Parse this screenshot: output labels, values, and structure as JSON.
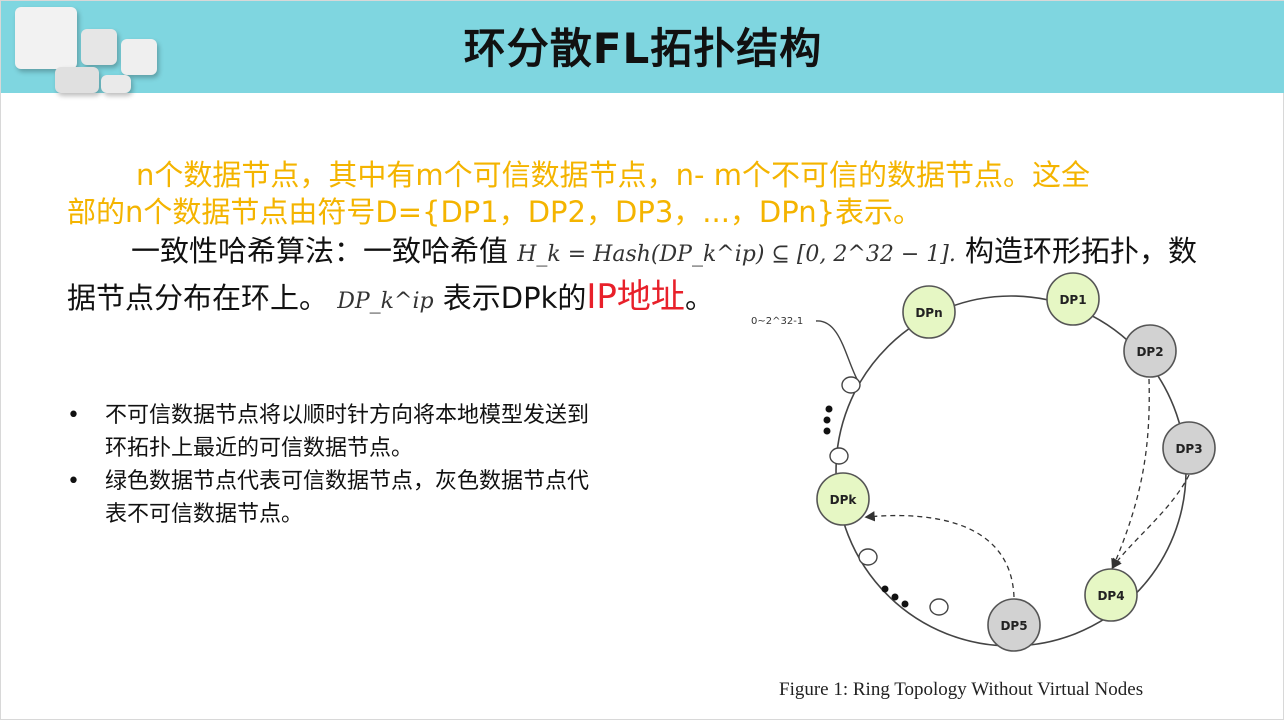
{
  "header": {
    "title": "环分散FL拓扑结构"
  },
  "content": {
    "para1_line1": "n个数据节点，其中有m个可信数据节点，n- m个不可信的数据节点。这全",
    "para1_line2": "部的n个数据节点由符号D={DP1，DP2，DP3，...，DPn}表示。",
    "para2_a": "一致性哈希算法：一致哈希值",
    "para2_formula": "H_k = Hash(DP_k^ip) ⊆ [0, 2^32 − 1].",
    "para2_b": "构造环形拓扑，数",
    "para3_a": "据节点分布在环上。",
    "para3_formula": "DP_k^ip",
    "para3_b": "表示DPk的",
    "para3_red": "IP地址",
    "para3_end": "。"
  },
  "bullets": [
    {
      "line1": "不可信数据节点将以顺时针方向将本地模型发送到",
      "line2": "环拓扑上最近的可信数据节点。"
    },
    {
      "line1": "绿色数据节点代表可信数据节点，灰色数据节点代",
      "line2": "表不可信数据节点。"
    }
  ],
  "figure": {
    "range_label": "0~2^32-1",
    "nodes": [
      {
        "label": "DPn",
        "trusted": true
      },
      {
        "label": "DP1",
        "trusted": true
      },
      {
        "label": "DP2",
        "trusted": false
      },
      {
        "label": "DP3",
        "trusted": false
      },
      {
        "label": "DP4",
        "trusted": true
      },
      {
        "label": "DP5",
        "trusted": false
      },
      {
        "label": "DPk",
        "trusted": true
      }
    ],
    "caption": "Figure 1: Ring Topology Without Virtual Nodes"
  },
  "colors": {
    "header_bg": "#7fd6e0",
    "trusted_node": "#e6f7c4",
    "untrusted_node": "#d2d2d2",
    "highlight_yellow": "#f4b400",
    "highlight_red": "#e8202a"
  }
}
